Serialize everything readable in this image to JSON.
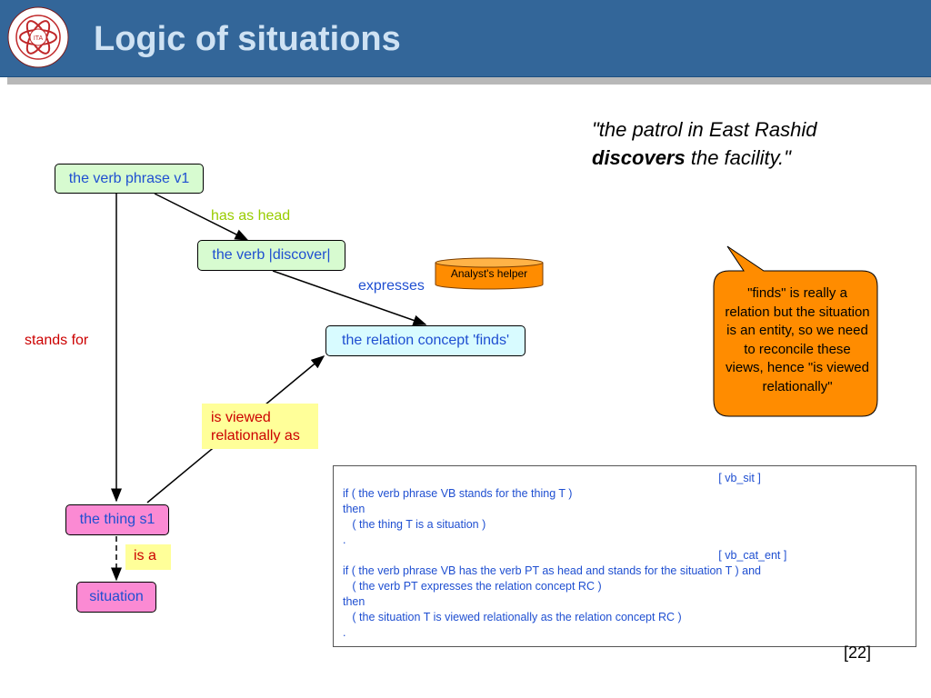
{
  "slide": {
    "title": "Logic of situations",
    "quote": {
      "line1": "\"the patrol in East Rashid",
      "bold": "discovers",
      "rest": " the facility.\""
    },
    "nodes": {
      "verb_phrase": "the verb phrase v1",
      "verb": "the verb |discover|",
      "relation_concept": "the relation concept 'finds'",
      "thing": "the thing s1",
      "situation": "situation"
    },
    "edges": {
      "has_as_head": "has as head",
      "expresses": "expresses",
      "stands_for": "stands for",
      "is_viewed": "is viewed\nrelationally as",
      "is_a": "is a"
    },
    "helper_label": "Analyst's helper",
    "callout": "\"finds\" is really a relation but the situation is an entity, so we need to reconcile these views, hence \"is viewed relationally\"",
    "rules": [
      "                                                                                                                       [ vb_sit ]",
      "if ( the verb phrase VB stands for the thing T )",
      "then",
      "   ( the thing T is a situation )",
      ".",
      "                                                                                                                       [ vb_cat_ent ]",
      "if ( the verb phrase VB has the verb PT as head and stands for the situation T ) and",
      "   ( the verb PT expresses the relation concept RC )",
      "then",
      "   ( the situation T is viewed relationally as the relation concept RC )",
      "."
    ],
    "reference": "[22]"
  },
  "colors": {
    "header": "#336699",
    "title": "#cfe2f3",
    "node_text": "#1f4fd1",
    "red_label": "#cc0000",
    "green_label": "#99cc00",
    "orange": "#ff8c00"
  }
}
